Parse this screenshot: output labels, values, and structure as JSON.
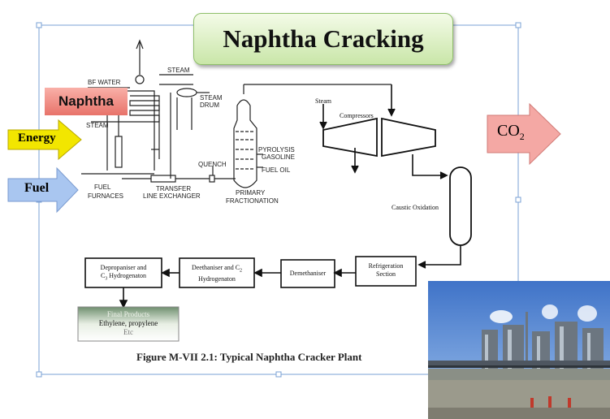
{
  "title": "Naphtha  Cracking",
  "inputs": {
    "naphtha": "Naphtha",
    "energy": "Energy",
    "fuel": "Fuel"
  },
  "output": {
    "co2_main": "CO",
    "co2_sub": "2"
  },
  "schematic": {
    "bf_water": "BF WATER",
    "steam_top": "STEAM",
    "steam_drum_1": "STEAM",
    "steam_drum_2": "DRUM",
    "steam_left": "STEAM",
    "quench": "QUENCH",
    "pyrolysis_1": "PYROLYSIS",
    "pyrolysis_2": "GASOLINE",
    "fuel_oil": "FUEL OIL",
    "fuel_furnaces_1": "FUEL",
    "fuel_furnaces_2": "FURNACES",
    "transfer_1": "TRANSFER",
    "transfer_2": "LINE EXCHANGER",
    "primary_1": "PRIMARY",
    "primary_2": "FRACTIONATION",
    "steam_comp": "Steam",
    "compressors": "Compressors",
    "caustic": "Caustic Oxidation"
  },
  "process_boxes": {
    "refrigeration_1": "Refrigeration",
    "refrigeration_2": "Section",
    "demethaniser": "Demethaniser",
    "deethaniser_1": "Deethaniser and C",
    "deethaniser_sub": "2",
    "deethaniser_2": "Hydrogenaton",
    "depropaniser_1": "Depropaniser and",
    "depropaniser_2a": "C",
    "depropaniser_sub": "3",
    "depropaniser_2b": " Hydrogenaton",
    "final_1": "Final Products",
    "final_2": "Ethylene, propylene",
    "final_3": "Etc"
  },
  "caption": "Figure M-VII 2.1: Typical Naphtha Cracker Plant",
  "colors": {
    "title_green": "#c9e6a8",
    "naphtha_red": "#e8736a",
    "energy_yellow": "#f2e600",
    "fuel_blue": "#8fb4e8",
    "co2_pink": "#f4a8a4"
  }
}
